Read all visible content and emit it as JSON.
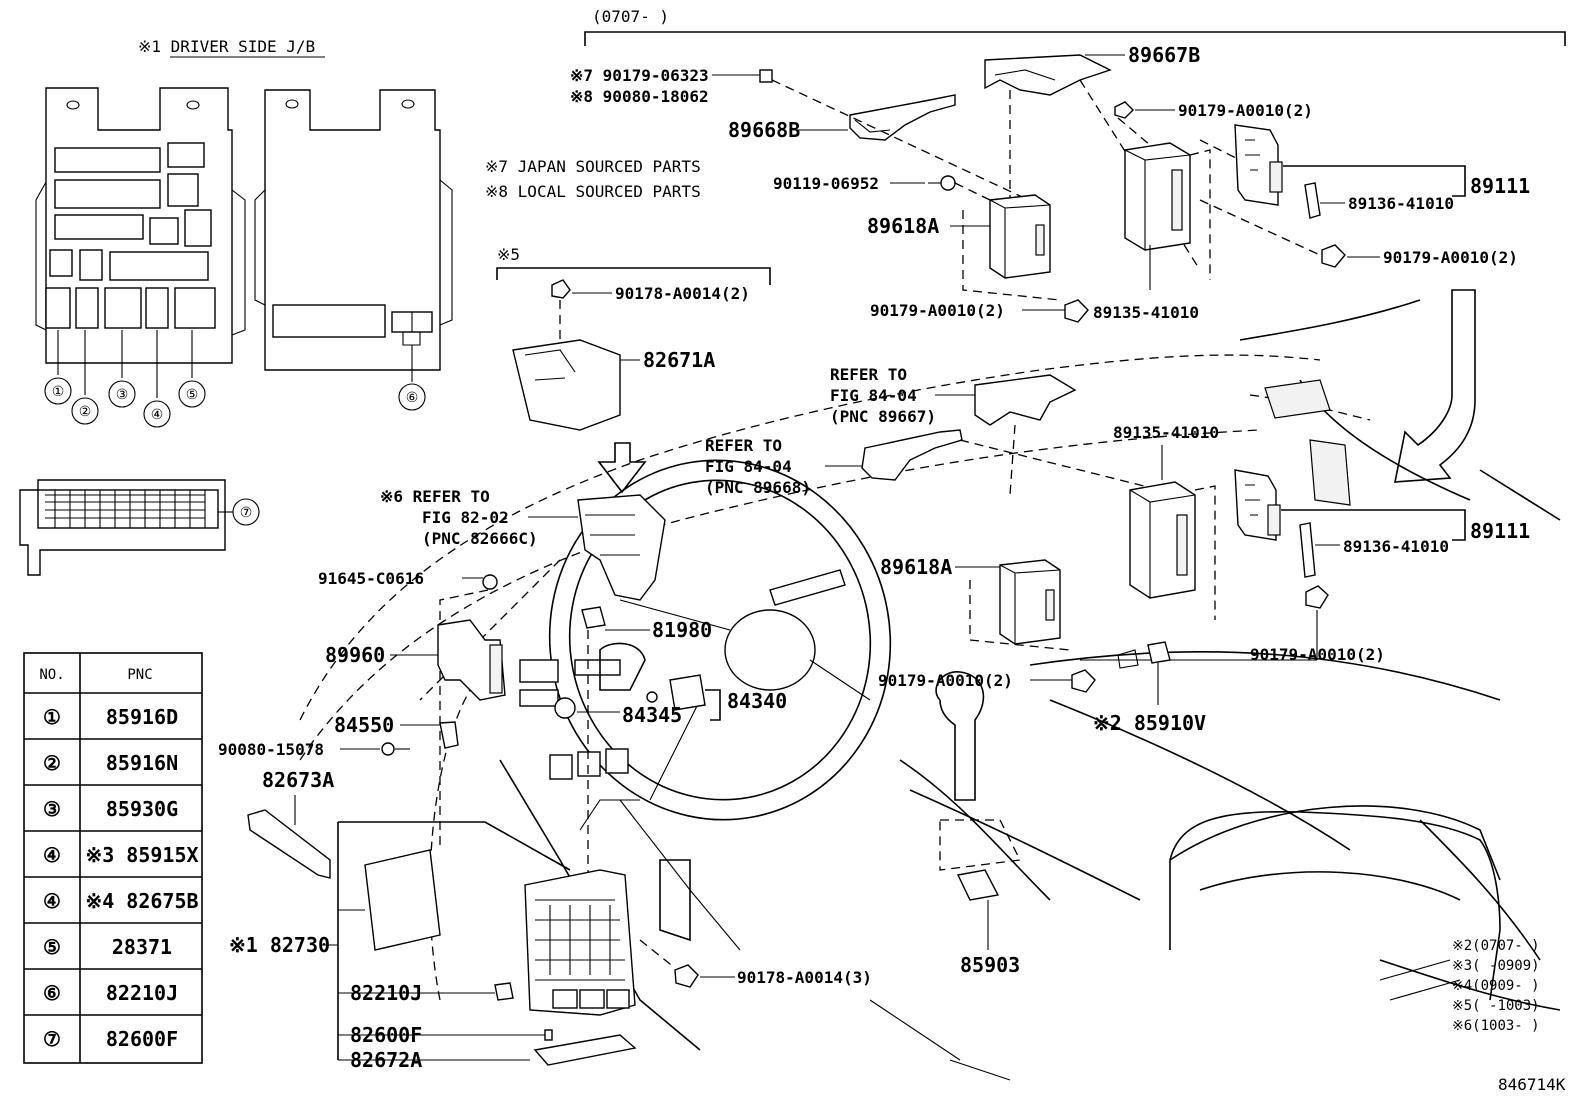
{
  "header": {
    "date_range": "(0707-      )",
    "jb_title": "※1 DRIVER SIDE J/B",
    "note7": "※7 JAPAN SOURCED PARTS",
    "note8": "※8  LOCAL SOURCED PARTS",
    "group5": "※5",
    "figure_id": "846714K"
  },
  "jb_callouts": [
    "①",
    "②",
    "③",
    "④",
    "⑤",
    "⑥",
    "⑦"
  ],
  "table": {
    "col_no": "NO.",
    "col_pnc": "PNC",
    "rows": [
      {
        "no": "①",
        "pnc": "85916D"
      },
      {
        "no": "②",
        "pnc": "85916N"
      },
      {
        "no": "③",
        "pnc": "85930G"
      },
      {
        "no": "④",
        "pnc": "※3 85915X"
      },
      {
        "no": "④",
        "pnc": "※4 82675B"
      },
      {
        "no": "⑤",
        "pnc": "28371"
      },
      {
        "no": "⑥",
        "pnc": "82210J"
      },
      {
        "no": "⑦",
        "pnc": "82600F"
      }
    ]
  },
  "labels": {
    "p90179_06323": "※7 90179-06323",
    "p90080_18062": "※8 90080-18062",
    "p89667B": "89667B",
    "p89668B": "89668B",
    "p90179_A0010_top": "90179-A0010(2)",
    "p90119_06952": "90119-06952",
    "p89618A_top": "89618A",
    "p89111_top": "89111",
    "p89136_top": "89136-41010",
    "p90179_A0010_right": "90179-A0010(2)",
    "p90179_A0010_mid": "90179-A0010(2)",
    "p89135_top": "89135-41010",
    "p90178_A0014_2": "90178-A0014(2)",
    "p82671A": "82671A",
    "refer_8967_1": "REFER TO",
    "refer_8967_2": "FIG 84-04",
    "refer_8967_3": "(PNC 89667)",
    "refer_8968_1": "REFER TO",
    "refer_8968_2": "FIG 84-04",
    "refer_8968_3": "(PNC 89668)",
    "refer_8266_1": "※6  REFER TO",
    "refer_8266_2": "FIG 82-02",
    "refer_8266_3": "(PNC 82666C)",
    "p89135_low": "89135-41010",
    "p89111_low": "89111",
    "p89136_low": "89136-41010",
    "p89618A_low": "89618A",
    "p91645": "91645-C0616",
    "p81980": "81980",
    "p89960": "89960",
    "p90179_A0010_low1": "90179-A0010(2)",
    "p90179_A0010_low2": "90179-A0010(2)",
    "p84340": "84340",
    "p84345": "84345",
    "p85910V": "※2 85910V",
    "p84550": "84550",
    "p90080_15078": "90080-15078",
    "p82673A": "82673A",
    "p82730": "※1 82730",
    "p82210J": "82210J",
    "p90178_A0014_3": "90178-A0014(3)",
    "p85903": "85903",
    "p82600F": "82600F",
    "p82672A": "82672A"
  },
  "date_notes": [
    "※2(0707-    )",
    "※3(    -0909)",
    "※4(0909-    )",
    "※5(    -1003)",
    "※6(1003-    )"
  ]
}
